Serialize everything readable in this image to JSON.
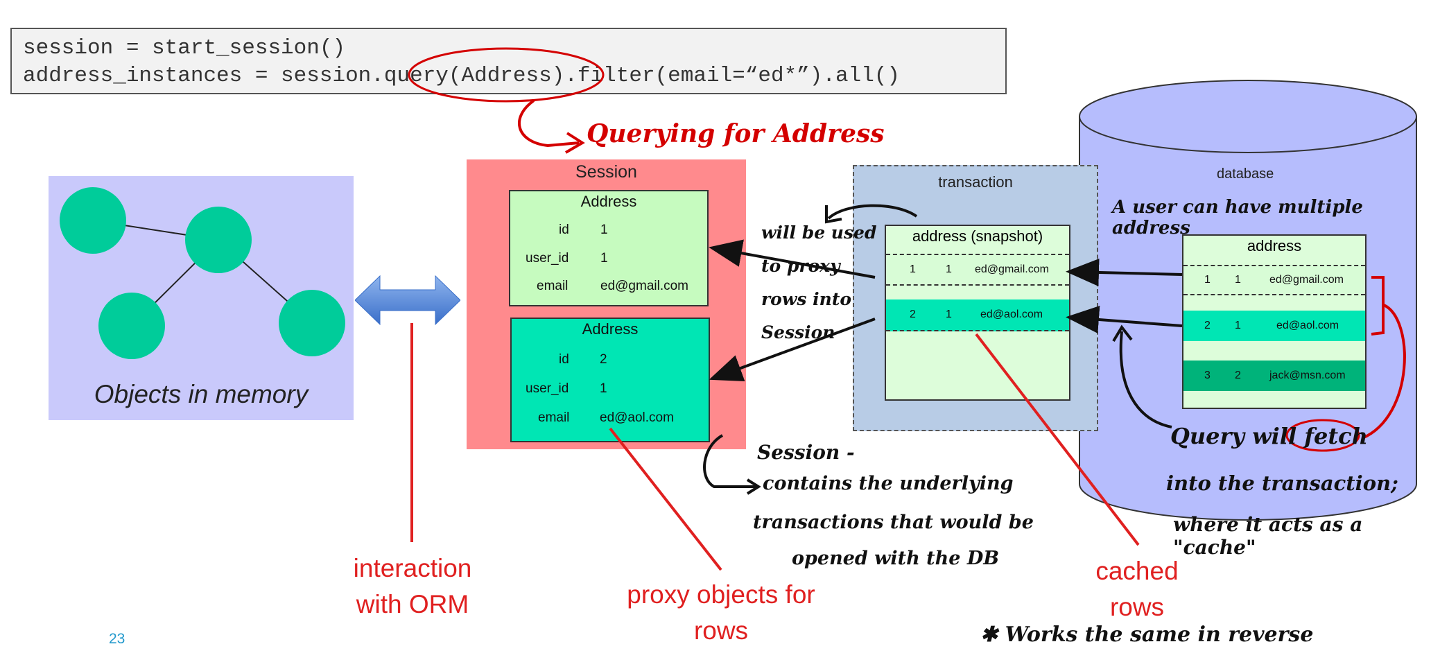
{
  "code": {
    "line1": "session = start_session()",
    "line2": "address_instances = session.query(Address).filter(email=“ed*”).all()"
  },
  "memory": {
    "caption": "Objects in memory"
  },
  "session": {
    "title": "Session",
    "cards": [
      {
        "title": "Address",
        "id_label": "id",
        "id": "1",
        "user_id_label": "user_id",
        "user_id": "1",
        "email_label": "email",
        "email": "ed@gmail.com"
      },
      {
        "title": "Address",
        "id_label": "id",
        "id": "2",
        "user_id_label": "user_id",
        "user_id": "1",
        "email_label": "email",
        "email": "ed@aol.com"
      }
    ]
  },
  "transaction": {
    "title": "transaction",
    "snapshot_title": "address (snapshot)",
    "rows": [
      {
        "id": "1",
        "user_id": "1",
        "email": "ed@gmail.com"
      },
      {
        "id": "2",
        "user_id": "1",
        "email": "ed@aol.com"
      }
    ]
  },
  "database": {
    "title": "database",
    "table_title": "address",
    "rows": [
      {
        "id": "1",
        "user_id": "1",
        "email": "ed@gmail.com"
      },
      {
        "id": "2",
        "user_id": "1",
        "email": "ed@aol.com"
      },
      {
        "id": "3",
        "user_id": "2",
        "email": "jack@msn.com"
      }
    ]
  },
  "labels": {
    "interaction": "interaction with ORM",
    "proxy": "proxy objects for rows",
    "cached": "cached rows",
    "page_number": "23"
  },
  "notes": {
    "querying": "Querying for Address",
    "will_be_used": "will be used to proxy rows into Session",
    "user_multi": "A user can have multiple address",
    "session_note_1": "Session -",
    "session_note_2": "contains the underlying",
    "session_note_3": "transactions that would be",
    "session_note_4": "opened with the DB",
    "query_fetch_1": "Query will fetch",
    "query_fetch_2": "into the transaction;",
    "query_fetch_3": "where it acts as a \"cache\"",
    "reverse": "✱ Works the same in reverse"
  },
  "colors": {
    "memory_bg": "#c9c9fb",
    "node": "#00cc9a",
    "session_bg": "#ff8a8d",
    "card_light": "#c6fbbf",
    "card_teal": "#00e6b4",
    "tx_bg": "#b8cce6",
    "db_bg": "#b6bdfd",
    "row_light": "#d8fcd6",
    "row_mid": "#00e6b4",
    "row_dark": "#00b37a",
    "red": "#e02020"
  }
}
